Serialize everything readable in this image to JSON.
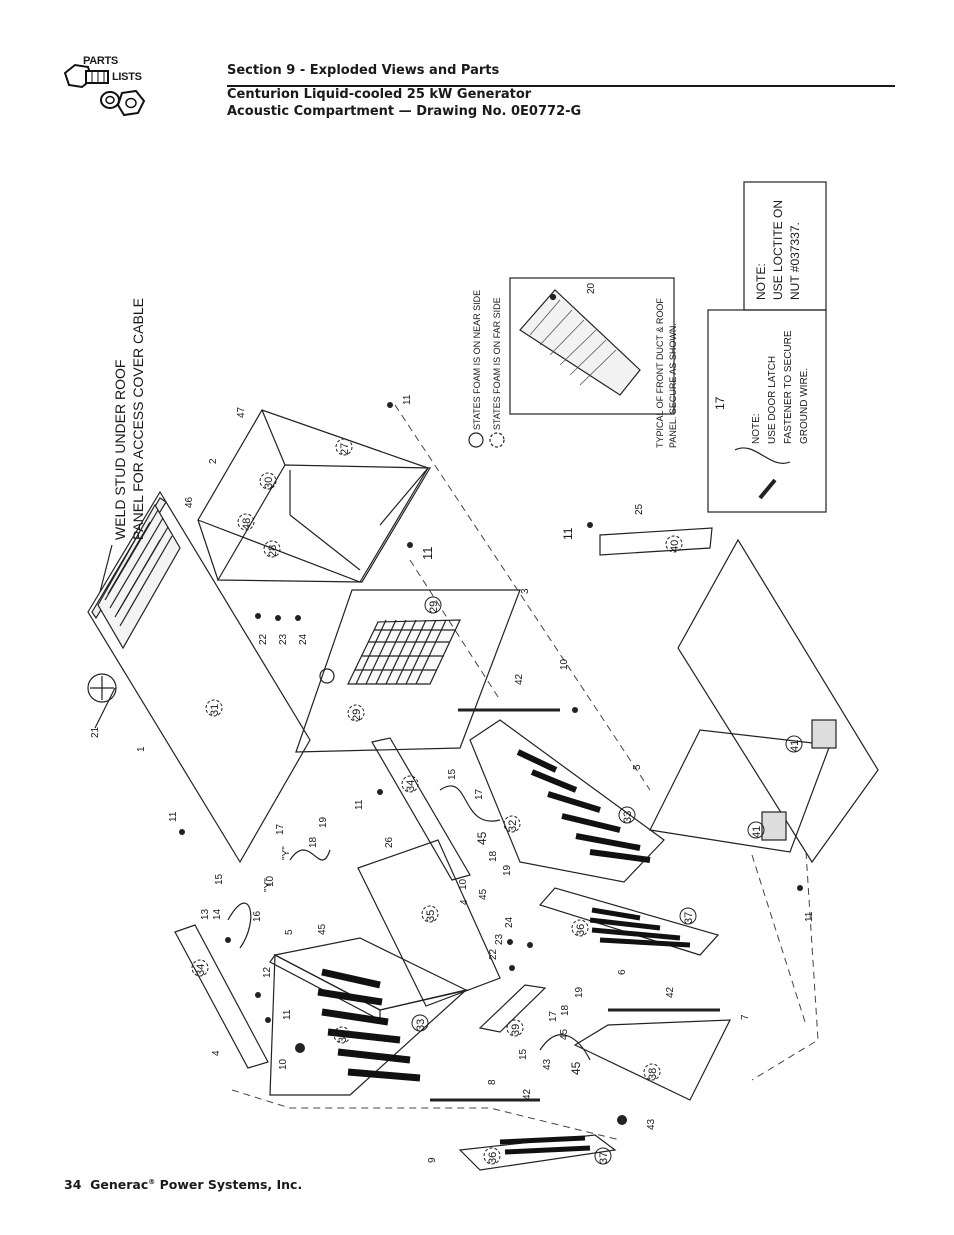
{
  "header": {
    "section": "Section 9 - Exploded Views and Parts",
    "title_line1": "Centurion Liquid-cooled 25 kW Generator",
    "title_line2": "Acoustic Compartment — Drawing No. 0E0772-G"
  },
  "logo": {
    "word1": "PARTS",
    "word2": "LISTS",
    "icon": "bolt-nut-washer-icon"
  },
  "drawing": {
    "weld_note_line1": "WELD STUD UNDER ROOF",
    "weld_note_line2": "PANEL FOR ACCESS COVER CABLE",
    "legend_near": "STATES FOAM IS ON NEAR SIDE",
    "legend_far": "STATES FOAM IS ON FAR SIDE",
    "duct_note_line1": "TYPICAL OF FRONT DUCT & ROOF",
    "duct_note_line2": "PANEL. SECURE AS SHOWN.",
    "loctite_note_line1": "NOTE:",
    "loctite_note_line2": "USE LOCTITE ON",
    "loctite_note_line3": "NUT #037337.",
    "latch_note_line1": "NOTE:",
    "latch_note_line2": "USE DOOR LATCH",
    "latch_note_line3": "FASTENER TO SECURE",
    "latch_note_line4": "GROUND WIRE.",
    "label_y1": "\"Y\"",
    "label_y2": "\"Y\""
  },
  "part_numbers": [
    "1",
    "2",
    "3",
    "4",
    "5",
    "6",
    "7",
    "8",
    "9",
    "10",
    "11",
    "12",
    "13",
    "14",
    "15",
    "16",
    "17",
    "18",
    "19",
    "20",
    "21",
    "22",
    "23",
    "24",
    "25",
    "26",
    "42",
    "43",
    "45",
    "46",
    "47"
  ],
  "foam_numbers": [
    "27",
    "28",
    "29",
    "30",
    "31",
    "32",
    "33",
    "34",
    "35",
    "36",
    "37",
    "38",
    "39",
    "40",
    "41",
    "48"
  ],
  "footer": {
    "page": "34",
    "company": "Generac",
    "reg": "®",
    "suffix": "Power Systems, Inc."
  }
}
